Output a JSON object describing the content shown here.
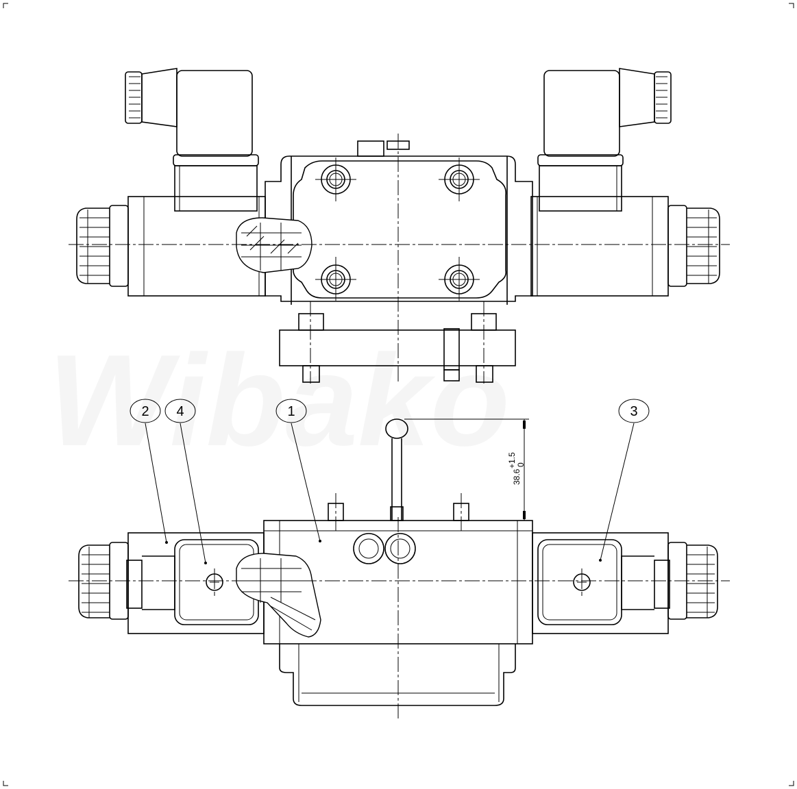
{
  "watermark": "Wibako",
  "balloons": [
    {
      "label": "2"
    },
    {
      "label": "4"
    },
    {
      "label": "1"
    },
    {
      "label": "3"
    }
  ],
  "dimension": {
    "value": "38.6",
    "upper_tol": "+1.5",
    "lower_tol": "0"
  },
  "colors": {
    "line": "#000000",
    "background": "#ffffff"
  }
}
